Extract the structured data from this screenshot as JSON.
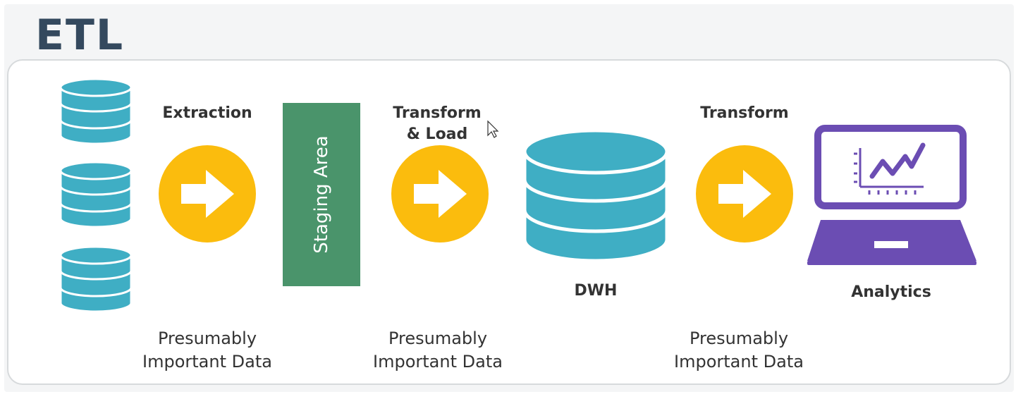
{
  "diagram": {
    "title": "ETL",
    "steps": {
      "extraction": "Extraction",
      "staging": "Staging Area",
      "transform_load_line1": "Transform",
      "transform_load_line2": "& Load",
      "dwh": "DWH",
      "transform": "Transform",
      "analytics": "Analytics"
    },
    "captions": [
      {
        "line1": "Presumably",
        "line2": "Important Data"
      },
      {
        "line1": "Presumably",
        "line2": "Important Data"
      },
      {
        "line1": "Presumably",
        "line2": "Important Data"
      }
    ],
    "colors": {
      "title": "#34495e",
      "database": "#3faec4",
      "arrow_circle": "#fbbc0d",
      "staging": "#4a946b",
      "laptop": "#6b4db3"
    },
    "icons": [
      "database-icon",
      "arrow-right-circle-icon",
      "laptop-chart-icon",
      "mouse-cursor-icon"
    ]
  }
}
